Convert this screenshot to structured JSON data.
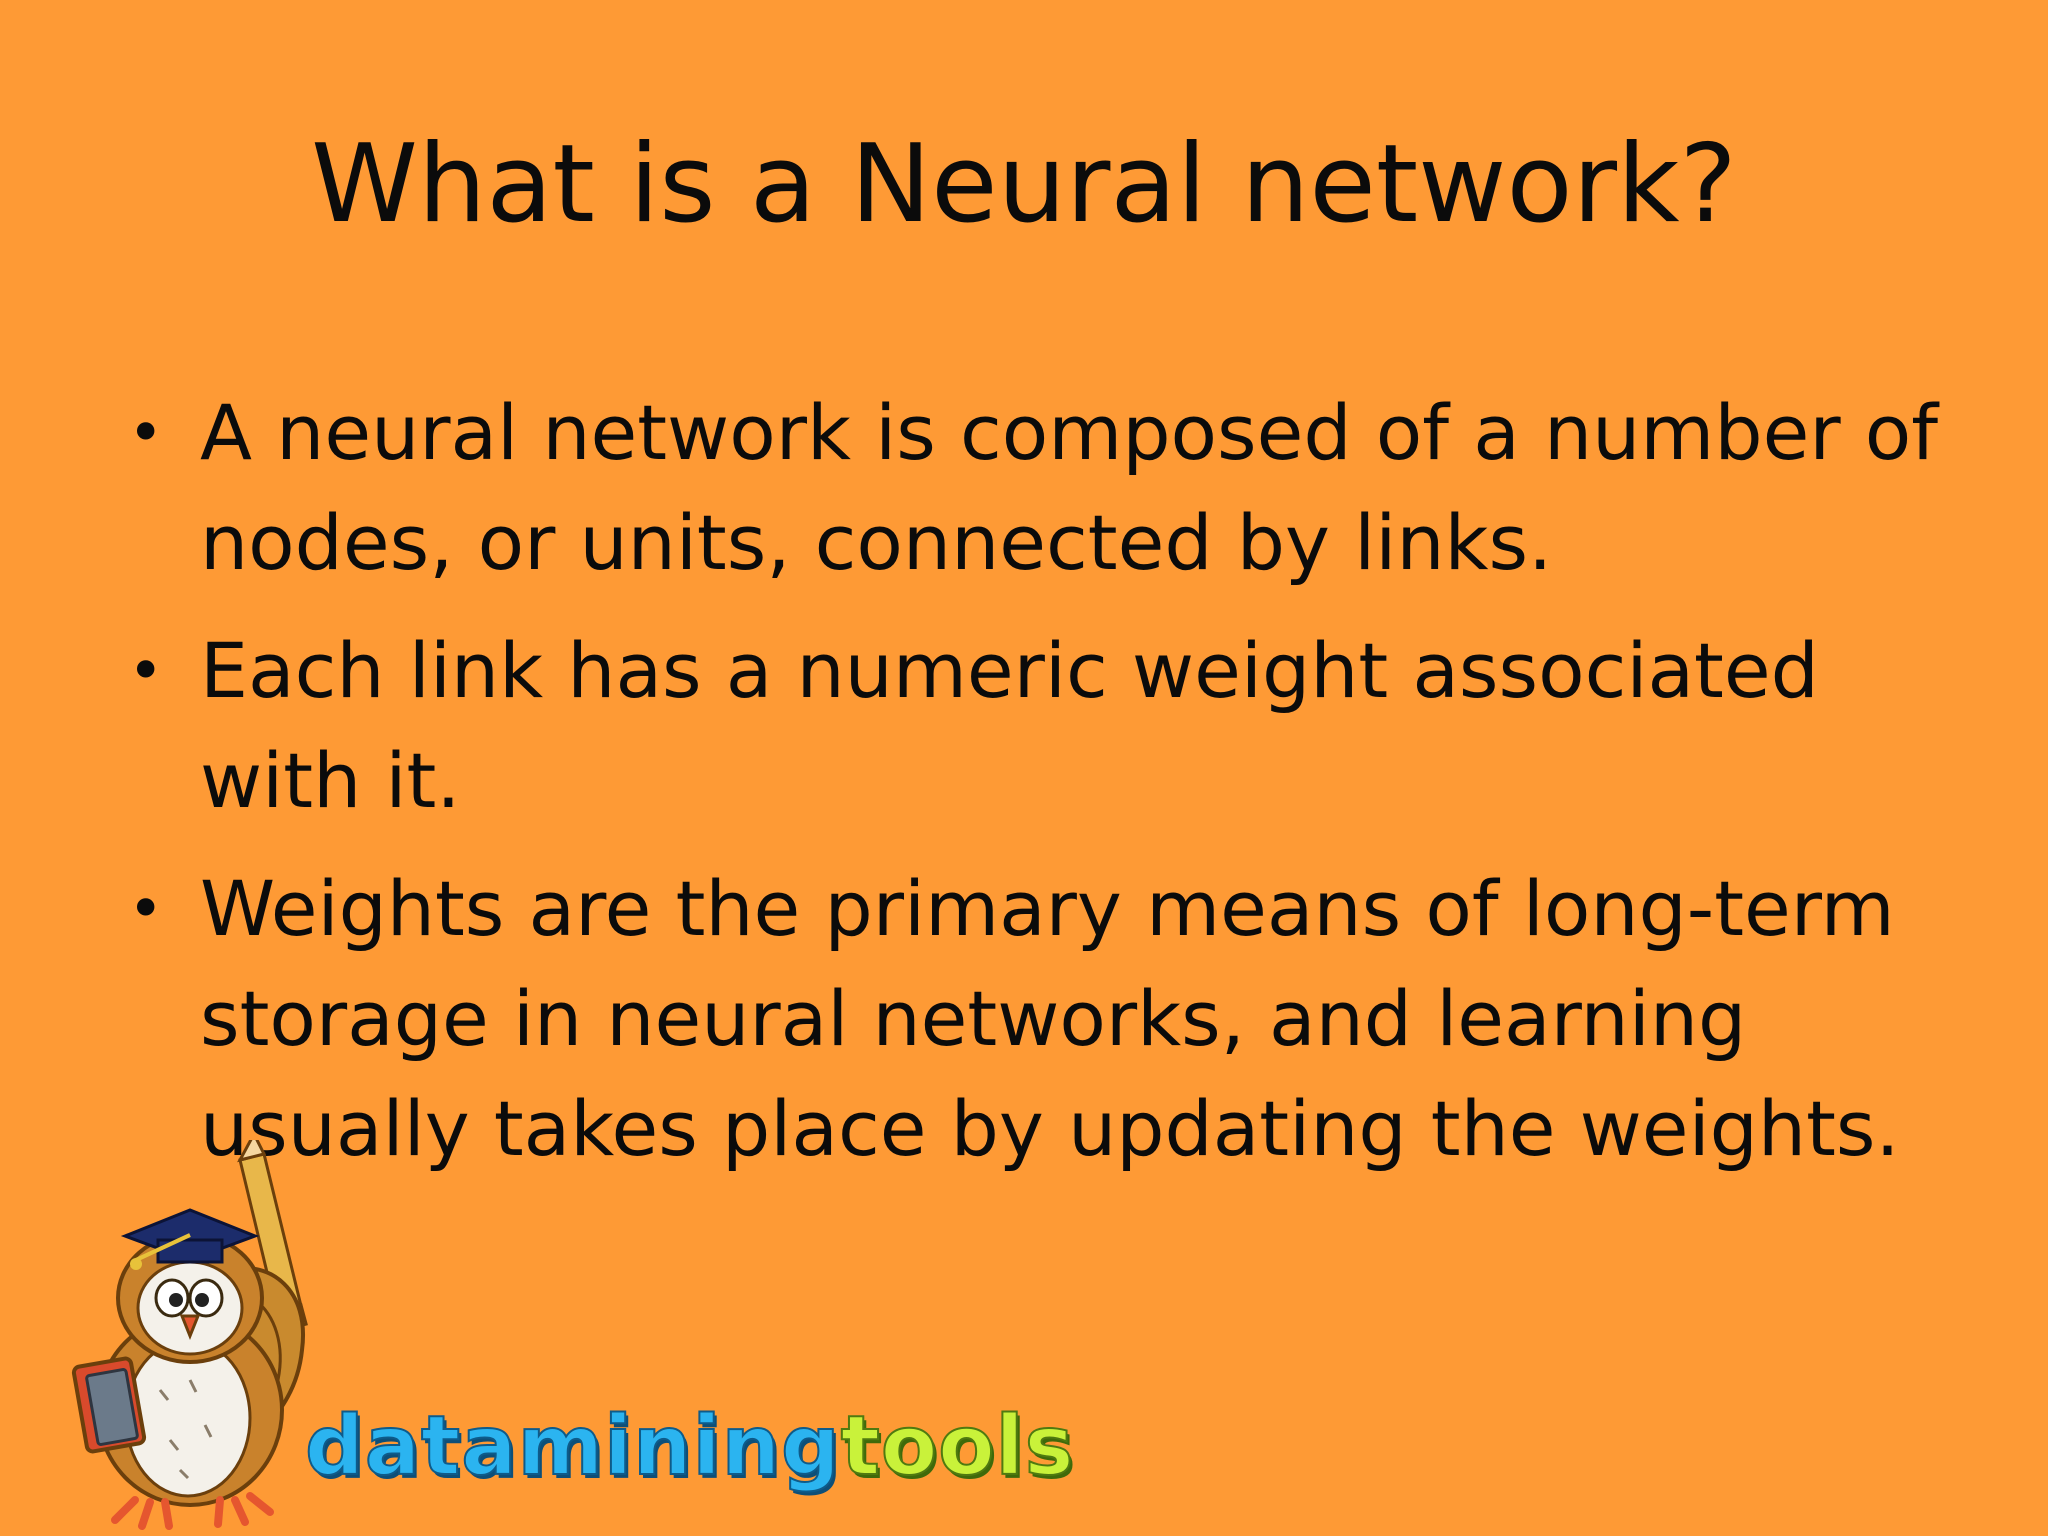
{
  "slide": {
    "title": "What is a Neural network?",
    "bullets": [
      "A neural network is composed of a number of nodes, or units, connected by links.",
      "Each link has a numeric weight associated with it.",
      "Weights are the primary means of long-term storage in neural networks, and learning usually takes place by updating the weights."
    ],
    "bullet_glyph": "•"
  },
  "logo": {
    "wordmark_part1": "datamining",
    "wordmark_part2": "tools",
    "mascot_icon": "owl-graduate-icon"
  },
  "colors": {
    "background": "#FE9A35",
    "text": "#0B0B0B",
    "wordmark_blue": "#2BB4F0",
    "wordmark_green": "#C9F23A"
  }
}
